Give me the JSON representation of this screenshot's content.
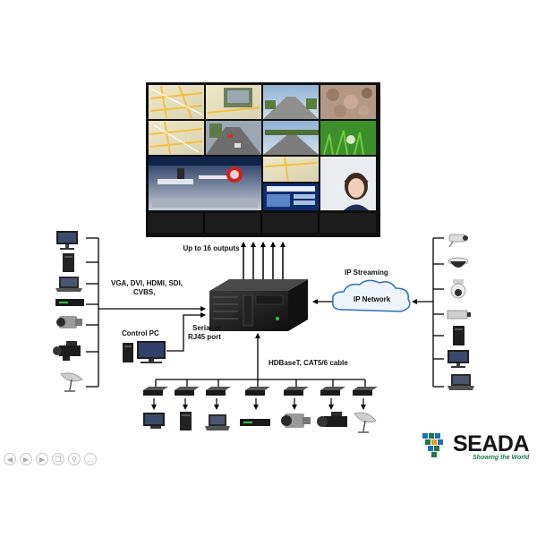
{
  "labels": {
    "outputs": "Up to 16 outputs",
    "inputs_line1": "VGA, DVI, HDMI, SDI,",
    "inputs_line2": "CVBS,",
    "control_pc": "Control PC",
    "serial_line1": "Serial or",
    "serial_line2": "RJ45 port",
    "ip_streaming": "IP Streaming",
    "ip_network": "IP Network",
    "hdbaset": "HDBaseT, CAT5/6 cable"
  },
  "logo": {
    "word": "SEADA",
    "tagline": "Showing the World"
  },
  "colors": {
    "brand_dark": "#151515",
    "brand_green": "#1a7a46",
    "brand_blue": "#1f6fb8",
    "cloud": "#2f6fb4"
  },
  "left_devices": [
    "desktop-pc-icon",
    "tower-pc-icon",
    "laptop-icon",
    "dvd-player-icon",
    "camcorder-icon",
    "pro-camera-icon",
    "satellite-dish-icon"
  ],
  "right_devices": [
    "bullet-camera-icon",
    "dome-camera-icon",
    "speed-dome-camera-icon",
    "box-camera-icon",
    "nvr-tower-icon",
    "desktop-pc-icon",
    "laptop-icon"
  ],
  "bottom_devices": [
    "desktop-pc-icon",
    "tower-pc-icon",
    "laptop-icon",
    "dvd-player-icon",
    "camcorder-icon",
    "pro-camera-icon",
    "satellite-dish-icon"
  ],
  "slideshow_controls": [
    "prev-icon",
    "play-icon",
    "next-icon",
    "copy-icon",
    "zoom-icon",
    "more-icon"
  ]
}
